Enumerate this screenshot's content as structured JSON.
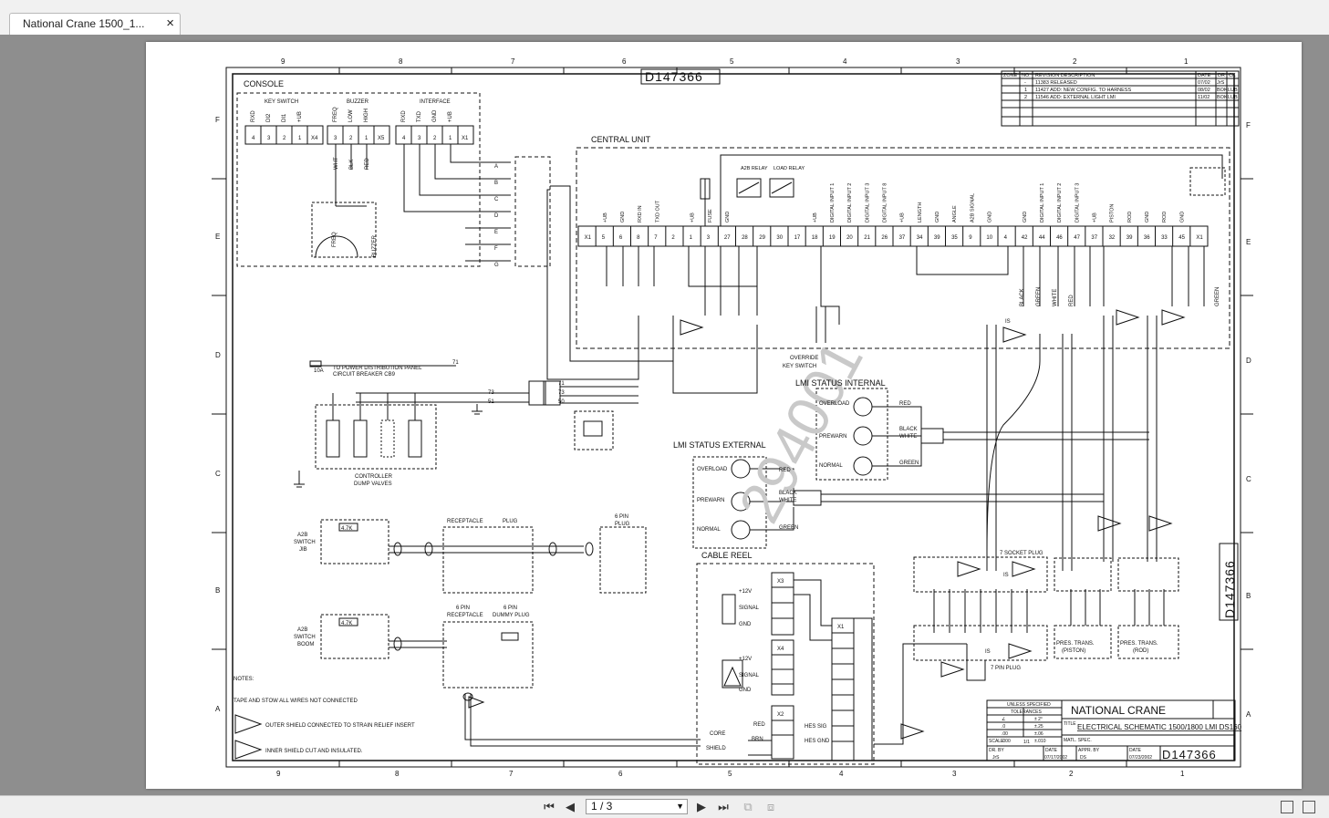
{
  "tab": {
    "title": "National Crane 1500_1...",
    "close": "×"
  },
  "nav": {
    "page_indicator": "1 / 3"
  },
  "drawing": {
    "drawing_number": "D147366",
    "watermark": "294001",
    "zone_cols": [
      "9",
      "8",
      "7",
      "6",
      "5",
      "4",
      "3",
      "2",
      "1"
    ],
    "zone_rows": [
      "F",
      "E",
      "D",
      "C",
      "B",
      "A"
    ],
    "revision": {
      "headers": [
        "ZONE",
        "NO.",
        "REVISION DESCRIPTION",
        "DATE",
        "DR",
        "CK"
      ],
      "rows": [
        [
          "",
          "-",
          "11383 RELEASED",
          "07/02",
          "JrS",
          ""
        ],
        [
          "",
          "1",
          "11427 ADD: NEW CONFIG. TO HARNESS",
          "08/02",
          "BOK",
          "LUB"
        ],
        [
          "",
          "2",
          "11546 ADD: EXTERNAL LIGHT LMI",
          "11/02",
          "BOK",
          "LUB"
        ]
      ]
    },
    "console": {
      "title": "CONSOLE",
      "key_switch": {
        "label": "KEY SWITCH",
        "pins": [
          "RXD",
          "DI2",
          "DI1",
          "+UB"
        ],
        "nums": [
          "4",
          "3",
          "2",
          "1",
          "X4"
        ]
      },
      "buzzer": {
        "label": "BUZZER",
        "pins": [
          "FREQ",
          "LOW",
          "HIGH"
        ],
        "nums": [
          "3",
          "2",
          "1",
          "X5"
        ],
        "wires": [
          "WHT",
          "BLK",
          "RED"
        ],
        "device": "BUZZER",
        "freq": "FREQ"
      },
      "interface": {
        "label": "INTERFACE",
        "pins": [
          "RXD",
          "TXD",
          "GND",
          "+UB"
        ],
        "nums": [
          "4",
          "3",
          "2",
          "1",
          "X1"
        ]
      }
    },
    "connector_letters": [
      "A",
      "B",
      "C",
      "D",
      "E",
      "F",
      "G"
    ],
    "central_unit": {
      "title": "CENTRAL UNIT",
      "pin_labels": [
        "+UB",
        "GND",
        "RXD IN",
        "TXD OUT",
        "",
        "+UB",
        "FUSE",
        "GND",
        "",
        "",
        "",
        "",
        "+UB",
        "DIGITAL INPUT 1",
        "DIGITAL INPUT 2",
        "DIGITAL INPUT 3",
        "DIGITAL INPUT 8",
        "+UB",
        "LENGTH",
        "GND",
        "ANGLE",
        "A2B SIGNAL",
        "GND",
        "",
        "GND",
        "DIGITAL INPUT 1",
        "DIGITAL INPUT 2",
        "DIGITAL INPUT 3",
        "+UB",
        "PISTON",
        "ROD",
        "GND",
        "ROD",
        "GND"
      ],
      "pins": [
        "X1",
        "5",
        "6",
        "8",
        "7",
        "2",
        "1",
        "3",
        "27",
        "28",
        "29",
        "30",
        "17",
        "18",
        "19",
        "20",
        "21",
        "26",
        "37",
        "34",
        "39",
        "35",
        "9",
        "10",
        "4",
        "42",
        "44",
        "46",
        "47",
        "37",
        "32",
        "39",
        "36",
        "33",
        "45",
        "X1"
      ],
      "a2b_relay": "A2B RELAY",
      "load_relay": "LOAD RELAY"
    },
    "power": {
      "fuse": "10A",
      "line1": "TO POWER DISTRIBUTION PANEL",
      "line2": "CIRCUIT BREAKER CB9",
      "wires": [
        "71",
        "73",
        "51",
        "71",
        "73",
        "50"
      ]
    },
    "dump_valves": {
      "line1": "CONTROLLER",
      "line2": "DUMP VALVES"
    },
    "override": {
      "line1": "OVERRIDE",
      "line2": "KEY SWITCH"
    },
    "lmi_internal": {
      "title": "LMI STATUS INTERNAL",
      "lamps": [
        "OVERLOAD",
        "PREWARN",
        "NORMAL"
      ],
      "wires": [
        "RED",
        "BLACK",
        "WHITE",
        "GREEN"
      ]
    },
    "lmi_external": {
      "title": "LMI STATUS EXTERNAL",
      "lamps": [
        "OVERLOAD",
        "PREWARN",
        "NORMAL"
      ],
      "wires": [
        "RED",
        "BLACK",
        "WHITE",
        "GREEN"
      ]
    },
    "a2b_jib": {
      "line1": "A2B",
      "line2": "SWITCH",
      "line3": "JIB",
      "res": "4.7K"
    },
    "a2b_boom": {
      "line1": "A2B",
      "line2": "SWITCH",
      "line3": "BOOM",
      "res": "4.7K"
    },
    "receptacle": "RECEPTACLE",
    "plug": "PLUG",
    "six_pin_plug": {
      "line1": "6 PIN",
      "line2": "PLUG"
    },
    "six_pin_receptacle": {
      "line1": "6 PIN",
      "line2": "RECEPTACLE"
    },
    "six_pin_dummy": {
      "line1": "6 PIN",
      "line2": "DUMMY PLUG"
    },
    "cable_reel": {
      "title": "CABLE REEL",
      "x3": "X3",
      "x4": "X4",
      "x2": "X2",
      "x1": "X1",
      "p12v": "+12V",
      "signal": "SIGNAL",
      "gnd": "GND",
      "red": "RED",
      "brn": "BRN",
      "core": "CORE",
      "shield": "SHIELD",
      "hes_sig": "HES SIG",
      "hes_gnd": "HES GND"
    },
    "socket7": "7 SOCKET PLUG",
    "pin7": "7 PIN PLUG",
    "is_label": "IS",
    "pres_trans_piston": {
      "line1": "PRES. TRANS.",
      "line2": "(PISTON)"
    },
    "pres_trans_rod": {
      "line1": "PRES. TRANS.",
      "line2": "(ROD)"
    },
    "harness_wires": [
      "BLACK",
      "GREEN",
      "WHITE",
      "RED",
      "GREEN"
    ],
    "notes": {
      "title": "NOTES:",
      "n1": "TAPE AND STOW ALL WIRES NOT CONNECTED",
      "n2": "OUTER SHIELD CONNECTED TO STRAIN RELIEF INSERT",
      "n3": "INNER SHIELD CUT AND INSULATED."
    },
    "title_block": {
      "company": "NATIONAL CRANE",
      "title_lbl": "TITLE",
      "title": "ELECTRICAL SCHEMATIC 1500/1800 LMI DS160",
      "matl": "MATL. SPEC.",
      "tol_head1": "UNLESS SPECIFIED",
      "tol_head2": "TOLERANCES",
      "tol_rows": [
        [
          "∠",
          "± 2°"
        ],
        [
          ".0",
          "±.25"
        ],
        [
          ".00",
          "±.06"
        ],
        [
          ".000",
          "±.010"
        ]
      ],
      "scale_lbl": "SCALE",
      "scale": "1/1",
      "dr_by_lbl": "DR. BY",
      "dr_by": "JrS",
      "date_lbl": "DATE",
      "date1": "07/17/2002",
      "appr_lbl": "APPR. BY",
      "appr": "DS",
      "date2_lbl": "DATE",
      "date2": "07/23/2002",
      "dwg_no": "D147366"
    }
  }
}
